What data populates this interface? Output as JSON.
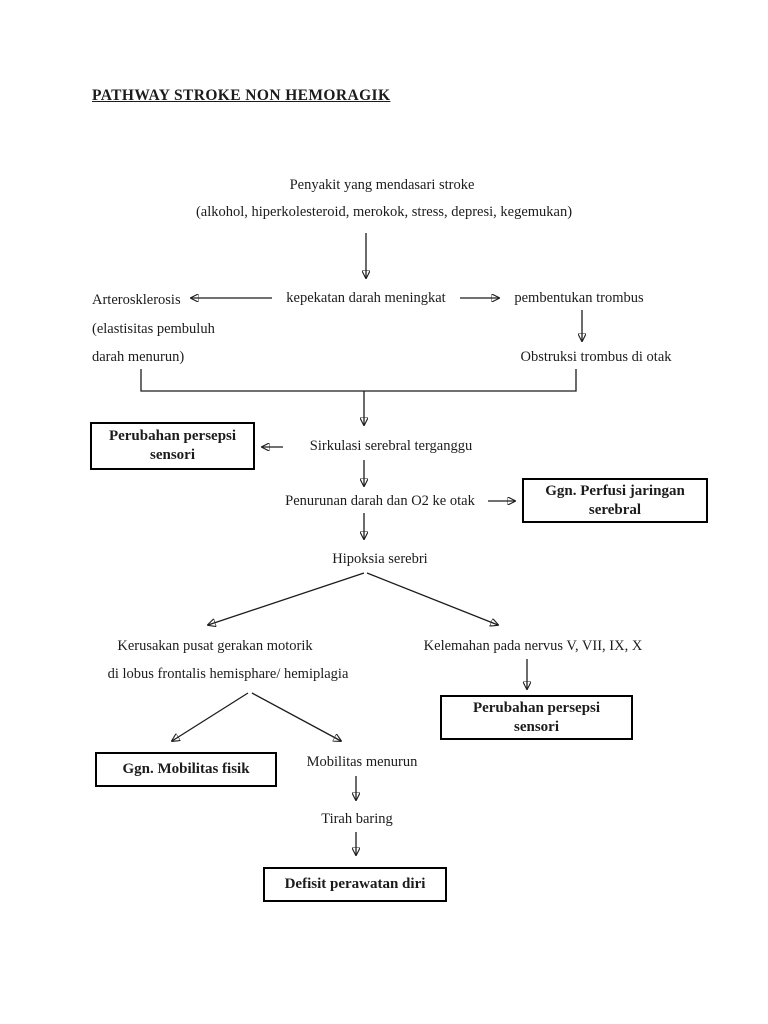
{
  "title": "PATHWAY STROKE NON HEMORAGIK",
  "nodes": {
    "underlying_disease": "Penyakit yang mendasari stroke",
    "risk_factors": "(alkohol, hiperkolesteroid, merokok, stress, depresi, kegemukan)",
    "arterosklerosis_line1": "Arterosklerosis",
    "arterosklerosis_line2": "(elastisitas pembuluh",
    "arterosklerosis_line3": "darah menurun)",
    "kepekatan": "kepekatan darah meningkat",
    "pembentukan_trombus": "pembentukan trombus",
    "obstruksi_trombus": "Obstruksi trombus di otak",
    "sirkulasi_terganggu": "Sirkulasi serebral terganggu",
    "penurunan_o2": "Penurunan darah dan O2 ke otak",
    "hipoksia": "Hipoksia serebri",
    "kerusakan_line1": "Kerusakan pusat gerakan motorik",
    "kerusakan_line2": "di lobus frontalis hemisphare/ hemiplagia",
    "kelemahan_nervus": "Kelemahan pada nervus V, VII, IX, X",
    "mobilitas_menurun": "Mobilitas menurun",
    "tirah_baring": "Tirah baring"
  },
  "diagnosis_boxes": {
    "perubahan_persepsi_sensori_1": "Perubahan persepsi sensori",
    "ggn_perfusi": "Ggn. Perfusi jaringan serebral",
    "perubahan_persepsi_sensori_2": "Perubahan persepsi sensori",
    "ggn_mobilitas_fisik": "Ggn. Mobilitas fisik",
    "defisit_perawatan_diri": "Defisit perawatan diri"
  },
  "colors": {
    "background": "#ffffff",
    "text": "#1c1c1c",
    "line": "#1c1c1c",
    "box_border": "#000000"
  }
}
